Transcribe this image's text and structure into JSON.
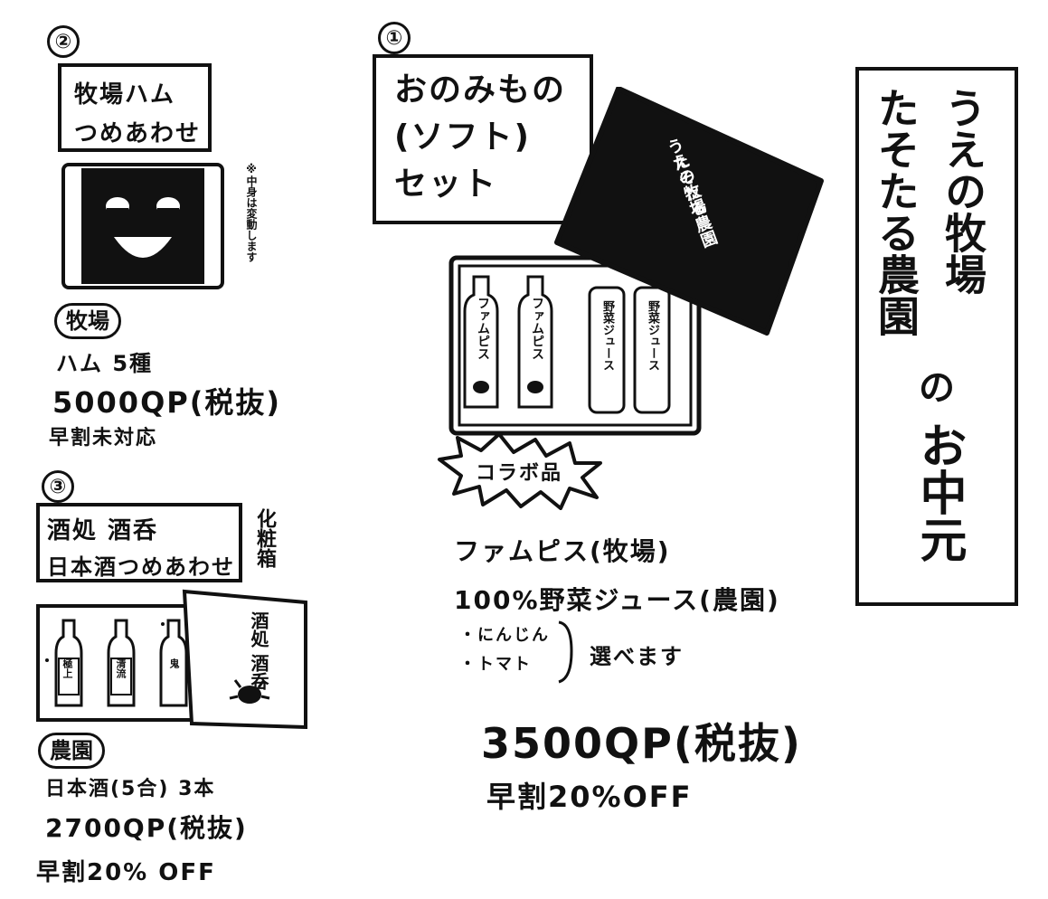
{
  "item2": {
    "number": "②",
    "title_line1": "牧場ハム",
    "title_line2": "つめあわせ",
    "note": "※中身は変動します",
    "tag": "牧場",
    "line1": "ハム 5種",
    "price": "5000QP(税抜)",
    "discount": "早割未対応"
  },
  "item1": {
    "number": "①",
    "title_line1": "おのみもの",
    "title_line2": "(ソフト)",
    "title_line3": "セット",
    "lid_text_1": "たそたる農園",
    "lid_text_2": "うえの牧場",
    "bottle1": "ファムピス",
    "bottle2": "ファムピス",
    "bottle3": "野菜ジュース",
    "bottle4": "野菜ジュース",
    "collab": "コラボ品",
    "line1": "ファムピス(牧場)",
    "line2": "100%野菜ジュース(農園)",
    "option1": "・にんじん",
    "option2": "・トマト",
    "choose": "選べます",
    "price": "3500QP(税抜)",
    "discount": "早割20%OFF"
  },
  "item3": {
    "number": "③",
    "title_line1": "酒処 酒呑",
    "title_line2": "日本酒つめあわせ",
    "side_note": "化粧箱",
    "lid_text": "酒処 酒呑",
    "label1": "極上",
    "label2": "清流",
    "label3": "鬼",
    "tag": "農園",
    "line1": "日本酒(5合) 3本",
    "price": "2700QP(税抜)",
    "discount": "早割20% OFF"
  },
  "banner": {
    "col1": "うえの牧場",
    "col2": "たそたる農園",
    "no": "の",
    "ochugen": "お中元"
  }
}
